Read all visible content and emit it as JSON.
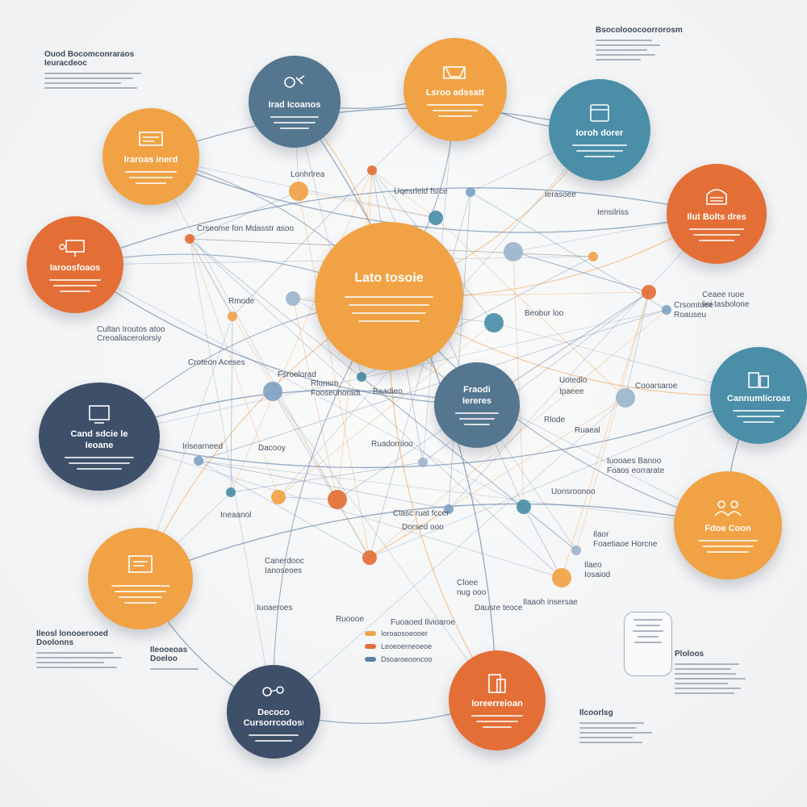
{
  "colors": {
    "orange": "#f1a244",
    "red": "#e46f36",
    "teal": "#4a8ea8",
    "slate": "#54768f",
    "navy": "#3e4f6a",
    "edge_blue": "#5f7fa3",
    "edge_orange": "#f0a04b"
  },
  "hub": {
    "title": "Lato tosoie"
  },
  "nodes": [
    {
      "title": "Irad Icoanos",
      "icon": "tools-icon"
    },
    {
      "title": "Lsroo adssatt",
      "icon": "shop-icon"
    },
    {
      "title": "Ioroh dorer",
      "icon": "calendar-icon"
    },
    {
      "title": "Iraroas inerd",
      "icon": "card-icon"
    },
    {
      "title": "Ilut Bolts dres",
      "icon": "chart-icon"
    },
    {
      "title": "Iaroosfoaos",
      "icon": "presentation-icon"
    },
    {
      "title": "Fraodi Iereres",
      "icon": "monitor-icon"
    },
    {
      "title": "Cand sdcie le Ieoane",
      "icon": "screen-icon"
    },
    {
      "title": "Cannumlicroasde",
      "icon": "building-icon"
    },
    {
      "title": "Fdoe Coon",
      "icon": "people-icon"
    },
    {
      "title": "",
      "icon": "window-icon"
    },
    {
      "title": "Decoco Cursorrcodosus",
      "icon": "network-icon"
    },
    {
      "title": "Ioreerreioan",
      "icon": "document-icon"
    }
  ],
  "labels": [
    {
      "text": "Lonhrlrea",
      "bold": false
    },
    {
      "text": "Uqesrleid fsrce",
      "bold": false
    },
    {
      "text": "Ierasoee",
      "bold": false
    },
    {
      "text": "Iensilriss",
      "bold": false
    },
    {
      "text": "Crseome fon Mdasstr asoo",
      "bold": false
    },
    {
      "text": "Rmode",
      "bold": false
    },
    {
      "text": "Cultan Iroutos atoo",
      "bold": false
    },
    {
      "text": "Creoaliacerolorsiy",
      "bold": false
    },
    {
      "text": "Croteon Aceses",
      "bold": false
    },
    {
      "text": "Fsroelorad",
      "bold": false
    },
    {
      "text": "Rlonsrn\nFooseunoradt",
      "bold": false
    },
    {
      "text": "Baadieo",
      "bold": false
    },
    {
      "text": "Beobur loo",
      "bold": false
    },
    {
      "text": "Uotedlo",
      "bold": false
    },
    {
      "text": "Ipaeee",
      "bold": false
    },
    {
      "text": "Cooarsaroe",
      "bold": false
    },
    {
      "text": "Rlode",
      "bold": false
    },
    {
      "text": "Ruaeal",
      "bold": false
    },
    {
      "text": "Iuooaes Banoo\nFoaos eorrarate",
      "bold": false
    },
    {
      "text": "Ceaee ruoe\nlioi tasbolone",
      "bold": false
    },
    {
      "text": "Crsomtoee\nRoauseu",
      "bold": false
    },
    {
      "text": "Ruadornioo",
      "bold": false
    },
    {
      "text": "Irisearneed",
      "bold": false
    },
    {
      "text": "Dacooy",
      "bold": false
    },
    {
      "text": "Uonsroonoo",
      "bold": false
    },
    {
      "text": "Ineaanol",
      "bold": false
    },
    {
      "text": "Clasc ruat fccer",
      "bold": false
    },
    {
      "text": "Dorsed ooo",
      "bold": false
    },
    {
      "text": "Canerdooc\nIanoseoes",
      "bold": false
    },
    {
      "text": "Cloee\nnug ooo",
      "bold": false
    },
    {
      "text": "Ilaaoh insersae",
      "bold": false
    },
    {
      "text": "Dausre teoce",
      "bold": false
    },
    {
      "text": "Ilaor\nFoaetiaoe Horcne",
      "bold": false
    },
    {
      "text": "Ilaeo\nIosaiod",
      "bold": false
    },
    {
      "text": "Iuoaeroes",
      "bold": false
    },
    {
      "text": "Fuoaoed Ilvioaroe",
      "bold": false
    },
    {
      "text": "Ruoooe",
      "bold": false
    }
  ],
  "notes": [
    {
      "head": "Ouod Bocomconraraos\nIeuracdeoc"
    },
    {
      "head": "Bsocolooocoorrorosm"
    },
    {
      "head": "Ileosl lonooerooed\nDoolonns"
    },
    {
      "head": "Ileooeoas\nDoeloo"
    },
    {
      "head": "Ilcoorlsg"
    },
    {
      "head": "Ploloos"
    }
  ],
  "legend": [
    {
      "text": "Ioroaosoeooer"
    },
    {
      "text": "Leoeoerneoeoe"
    },
    {
      "text": "Dsoaroeooncoo"
    }
  ]
}
